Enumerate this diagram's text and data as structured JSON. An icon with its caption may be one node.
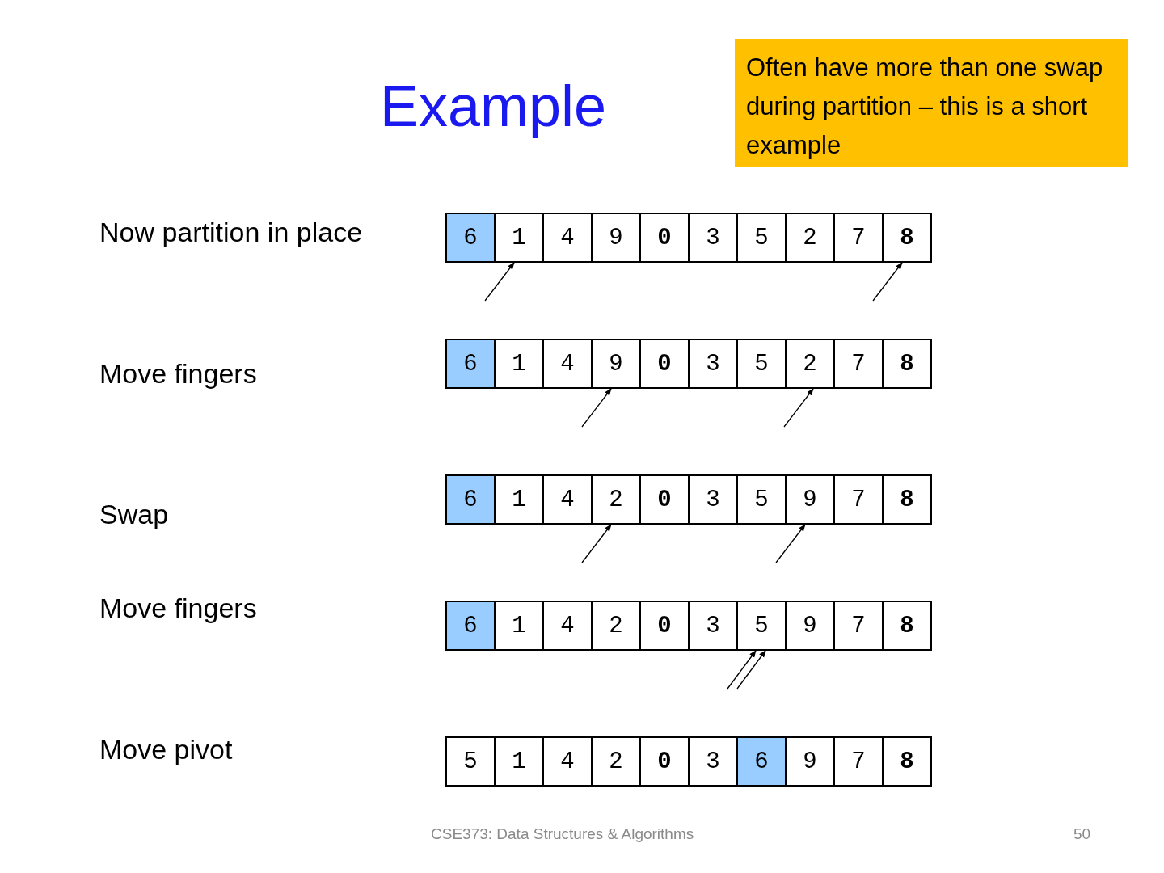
{
  "diagram": {
    "title": "Example",
    "nodes": [
      {
        "text": [
          "Often have more than one swap during partition – this is a short example"
        ]
      },
      {
        "text": [
          "6"
        ]
      },
      {
        "text": [
          "1"
        ]
      },
      {
        "text": [
          "4"
        ]
      },
      {
        "text": [
          "9"
        ]
      },
      {
        "text": [
          "0"
        ]
      },
      {
        "text": [
          "3"
        ]
      },
      {
        "text": [
          "5"
        ]
      },
      {
        "text": [
          "2"
        ]
      },
      {
        "text": [
          "7"
        ]
      },
      {
        "text": [
          "8"
        ]
      },
      {
        "text": [
          "6"
        ]
      },
      {
        "text": [
          "1"
        ]
      },
      {
        "text": [
          "4"
        ]
      },
      {
        "text": [
          "9"
        ]
      },
      {
        "text": [
          "0"
        ]
      },
      {
        "text": [
          "3"
        ]
      },
      {
        "text": [
          "5"
        ]
      },
      {
        "text": [
          "2"
        ]
      },
      {
        "text": [
          "7"
        ]
      },
      {
        "text": [
          "8"
        ]
      },
      {
        "text": [
          "6"
        ]
      },
      {
        "text": [
          "1"
        ]
      },
      {
        "text": [
          "4"
        ]
      },
      {
        "text": [
          "2"
        ]
      },
      {
        "text": [
          "0"
        ]
      },
      {
        "text": [
          "3"
        ]
      },
      {
        "text": [
          "5"
        ]
      },
      {
        "text": [
          "9"
        ]
      },
      {
        "text": [
          "7"
        ]
      },
      {
        "text": [
          "8"
        ]
      },
      {
        "text": [
          "6"
        ]
      },
      {
        "text": [
          "1"
        ]
      },
      {
        "text": [
          "4"
        ]
      },
      {
        "text": [
          "2"
        ]
      },
      {
        "text": [
          "0"
        ]
      },
      {
        "text": [
          "3"
        ]
      },
      {
        "text": [
          "5"
        ]
      },
      {
        "text": [
          "9"
        ]
      },
      {
        "text": [
          "7"
        ]
      },
      {
        "text": [
          "8"
        ]
      },
      {
        "text": [
          "5"
        ]
      },
      {
        "text": [
          "1"
        ]
      },
      {
        "text": [
          "4"
        ]
      },
      {
        "text": [
          "2"
        ]
      },
      {
        "text": [
          "0"
        ]
      },
      {
        "text": [
          "3"
        ]
      },
      {
        "text": [
          "6"
        ]
      },
      {
        "text": [
          "9"
        ]
      },
      {
        "text": [
          "7"
        ]
      },
      {
        "text": [
          "8"
        ]
      }
    ],
    "edges": [
      {
        "from": null,
        "to": 2,
        "arrow": "to"
      },
      {
        "from": null,
        "to": 10,
        "arrow": "to"
      },
      {
        "from": null,
        "to": 14,
        "arrow": "to"
      },
      {
        "from": null,
        "to": 18,
        "arrow": "to"
      },
      {
        "from": null,
        "to": 24,
        "arrow": "to"
      },
      {
        "from": null,
        "to": 28,
        "arrow": "to"
      },
      {
        "from": null,
        "to": 37,
        "arrow": "to"
      },
      {
        "from": null,
        "to": 37,
        "arrow": "to"
      }
    ],
    "labels": [
      "Now partition in place",
      "Move fingers",
      "Swap",
      "Move fingers",
      "Move pivot",
      "CSE373: Data Structures & Algorithms",
      "50"
    ]
  }
}
